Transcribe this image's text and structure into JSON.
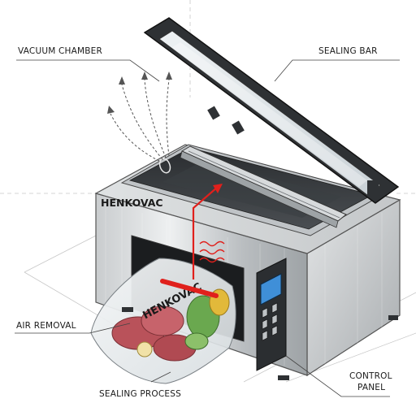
{
  "labels": {
    "vacuum_chamber": "VACUUM CHAMBER",
    "sealing_bar": "SEALING BAR",
    "air_removal": "AIR REMOVAL",
    "sealing_process": "SEALING PROCESS",
    "control_panel_line1": "CONTROL",
    "control_panel_line2": "PANEL"
  },
  "brand": {
    "machine_logo": "HENKOVAC",
    "bag_logo": "HENKOVAC"
  },
  "icons": [
    "heat-wave-icon",
    "air-flow-arrows-icon",
    "vent-icon",
    "up-arrow-icon",
    "down-arrow-icon",
    "play-icon",
    "stop-icon"
  ],
  "colors": {
    "accent": "#e0201c",
    "steel_light": "#d9dcde",
    "steel_dark": "#8d9296",
    "panel": "#2b2e31",
    "display": "#3f8fd8",
    "guide_lines": "#c8c8c8"
  }
}
